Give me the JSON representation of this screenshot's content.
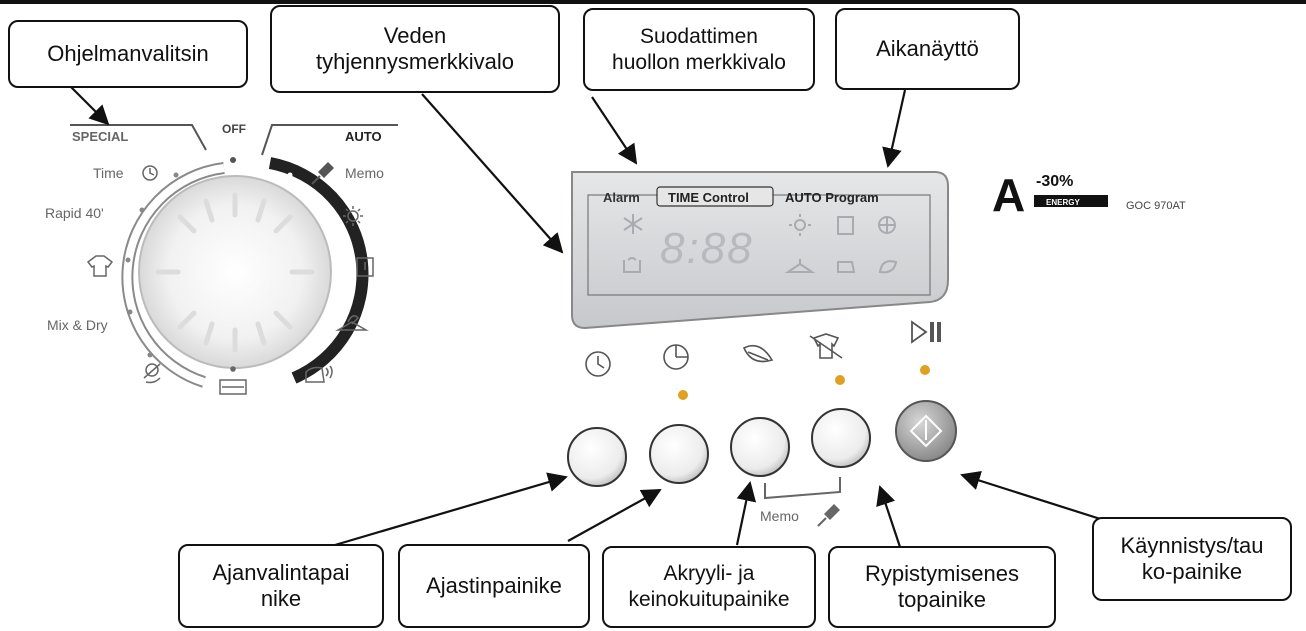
{
  "callouts": {
    "program_selector": "Ohjelmanvalitsin",
    "water_drain_light": "Veden\ntyhjennysmerkkivalo",
    "filter_service_light": "Suodattimen\nhuollon merkkivalo",
    "time_display": "Aikanäyttö",
    "time_select_button": "Ajanvalintapai\nnike",
    "timer_button": "Ajastinpainike",
    "acrylic_synthetic_button": "Akryyli- ja\nkeinokuitupainike",
    "anti_crease_button": "Rypistymisenes\ntopainike",
    "start_pause_button": "Käynnistys/tau\nko-painike"
  },
  "dial": {
    "special_label": "SPECIAL",
    "off_label": "OFF",
    "auto_label": "AUTO",
    "time_label": "Time",
    "rapid_label": "Rapid 40'",
    "mix_dry_label": "Mix & Dry",
    "memo_label": "Memo"
  },
  "display": {
    "alarm_label": "Alarm",
    "time_control_label": "TIME Control",
    "auto_program_label": "AUTO Program",
    "digits": "8:88"
  },
  "brand": {
    "energy_class": "A",
    "energy_saving": "-30%",
    "energy_word": "ENERGY",
    "model": "GOC 970AT"
  },
  "buttons": {
    "memo_label": "Memo"
  },
  "icons": [
    "clock-icon",
    "timer-icon",
    "leaf-icon",
    "no-crease-shirt-icon",
    "play-pause-icon",
    "snowflake-icon",
    "sun-icon",
    "door-icon",
    "fan-icon",
    "water-tank-icon",
    "hanger-icon",
    "iron-icon",
    "pin-icon"
  ],
  "colors": {
    "outline": "#111111",
    "display_bg": "#d4d6d8",
    "segment": "#b0b4b8",
    "led": "#e0a020",
    "dial_dark": "#222222"
  }
}
